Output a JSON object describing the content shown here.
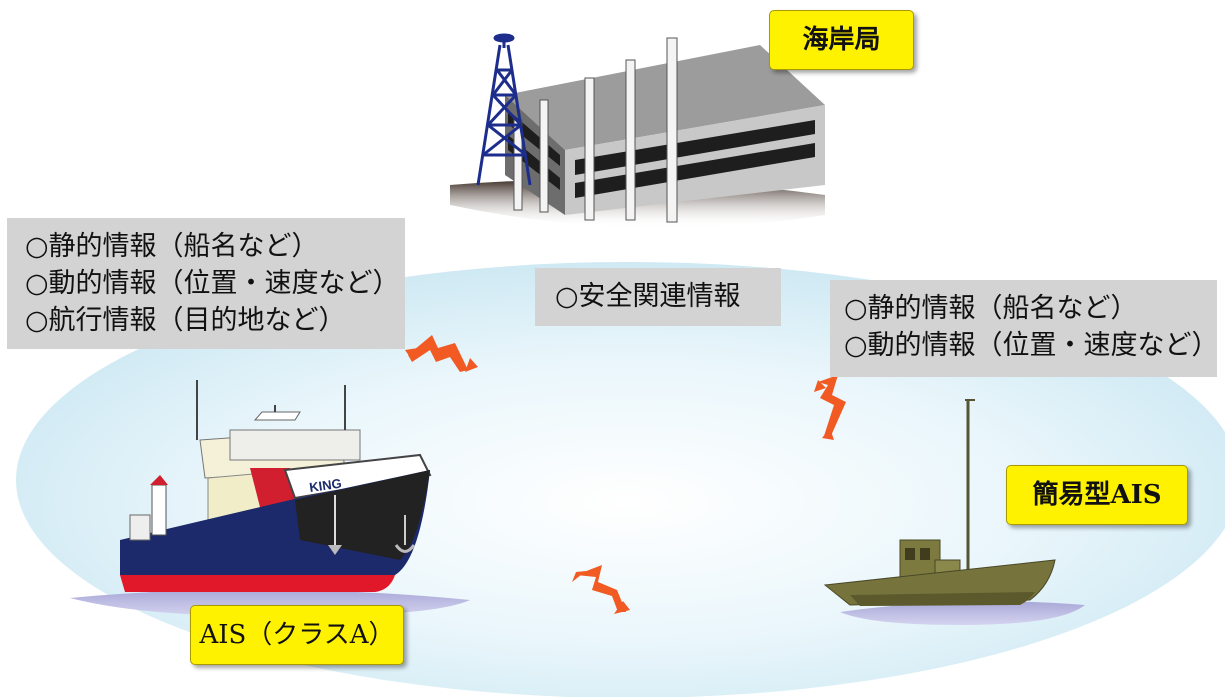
{
  "coast_station": {
    "label": "海岸局"
  },
  "ship_info": {
    "lines": [
      "○静的情報（船名など）",
      "○動的情報（位置・速度など）",
      "○航行情報（目的地など）"
    ]
  },
  "safety_info": {
    "label": "○安全関連情報"
  },
  "boat_info": {
    "lines": [
      "○静的情報（船名など）",
      "○動的情報（位置・速度など）"
    ]
  },
  "ship": {
    "name_on_hull": "KING",
    "label": "AIS（クラスA）"
  },
  "small_boat": {
    "label": "簡易型AIS"
  },
  "colors": {
    "sea": "#d9eef6",
    "info_box": "#d3d3d3",
    "label_tag": "#fff200",
    "signal": "#f15a22"
  },
  "icons": [
    "coast-station-building-icon",
    "radio-tower-icon",
    "cargo-ship-icon",
    "small-fishing-boat-icon",
    "radio-signal-icon"
  ]
}
